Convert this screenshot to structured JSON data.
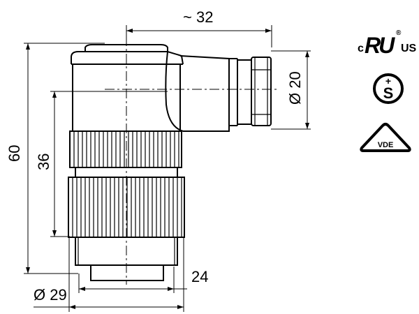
{
  "dimensions": {
    "width_top": "~ 32",
    "height_total": "60",
    "height_body": "36",
    "dia_outlet": "Ø 20",
    "flat_24": "24",
    "dia_29": "Ø 29"
  },
  "certifications": {
    "ul_prefix": "c",
    "ul_mark": "RU",
    "ul_suffix": "US",
    "ul_registered": "®",
    "s_mark": "S",
    "s_plus": "+",
    "vde_label": "VDE"
  },
  "icons": [
    "ul-recognized-icon",
    "s-mark-icon",
    "vde-triangle-icon"
  ]
}
